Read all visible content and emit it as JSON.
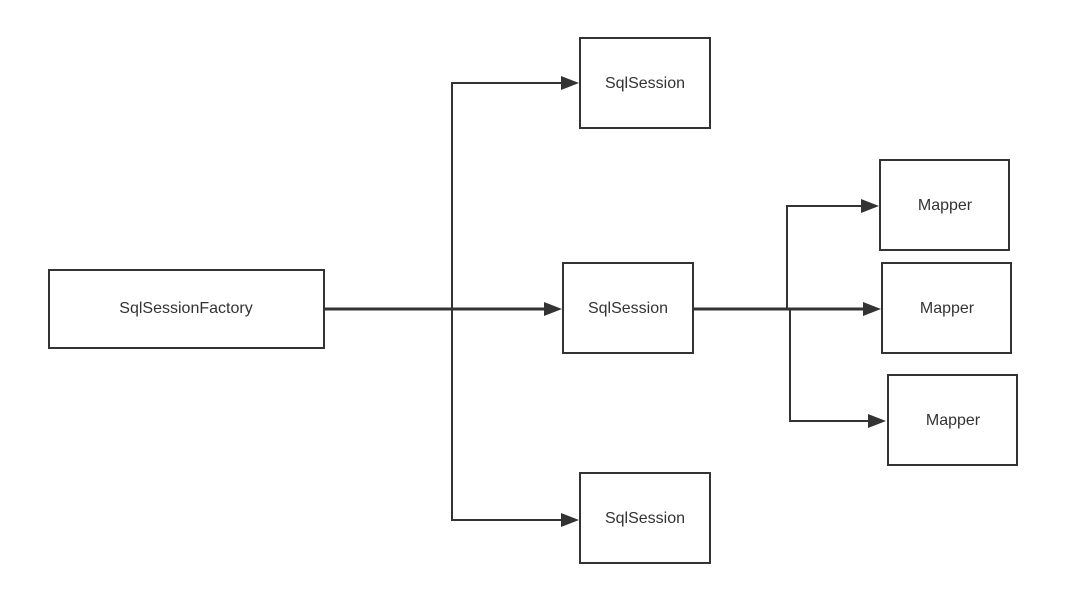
{
  "diagram": {
    "factory": {
      "label": "SqlSessionFactory"
    },
    "sessions": [
      {
        "label": "SqlSession"
      },
      {
        "label": "SqlSession"
      },
      {
        "label": "SqlSession"
      }
    ],
    "mappers": [
      {
        "label": "Mapper"
      },
      {
        "label": "Mapper"
      },
      {
        "label": "Mapper"
      }
    ],
    "edges": [
      {
        "from": "SqlSessionFactory",
        "to": "SqlSession (top)"
      },
      {
        "from": "SqlSessionFactory",
        "to": "SqlSession (middle)"
      },
      {
        "from": "SqlSessionFactory",
        "to": "SqlSession (bottom)"
      },
      {
        "from": "SqlSession (middle)",
        "to": "Mapper (top)"
      },
      {
        "from": "SqlSession (middle)",
        "to": "Mapper (middle)"
      },
      {
        "from": "SqlSession (middle)",
        "to": "Mapper (bottom)"
      }
    ]
  }
}
